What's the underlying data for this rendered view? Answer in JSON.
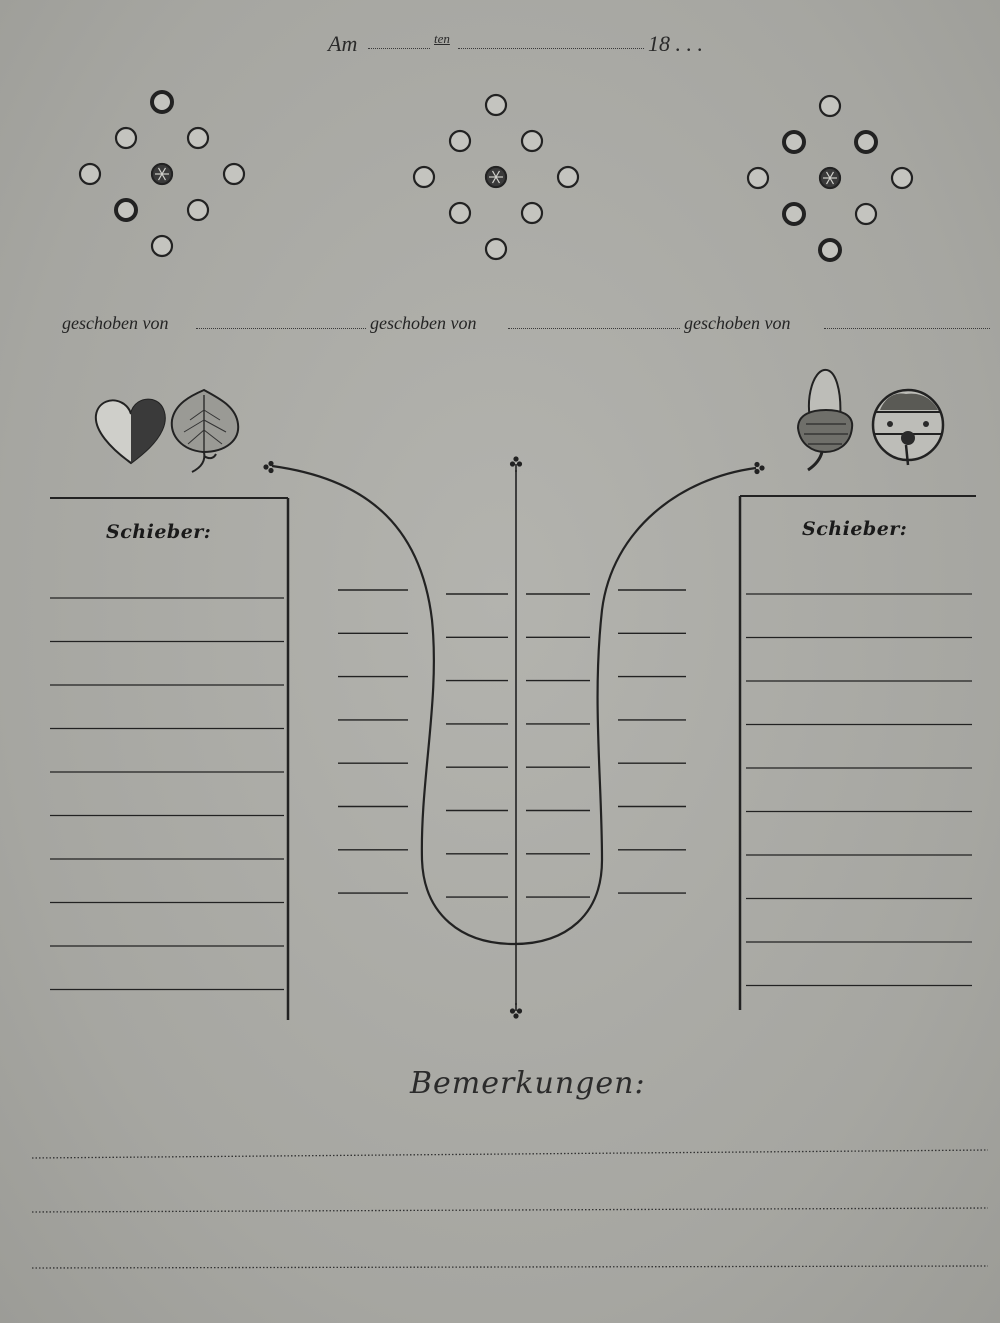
{
  "header": {
    "am_label": "Am",
    "ten_label": "ten",
    "year_label": "18 . . ."
  },
  "pin_diagrams": [
    {
      "geschoben_label": "geschoben von"
    },
    {
      "geschoben_label": "geschoben von"
    },
    {
      "geschoben_label": "geschoben von"
    }
  ],
  "left_panel": {
    "title": "Schieber:",
    "suit_icons": [
      "heart-suit-icon",
      "leaf-suit-icon"
    ]
  },
  "right_panel": {
    "title": "Schieber:",
    "suit_icons": [
      "acorn-suit-icon",
      "bell-suit-icon"
    ]
  },
  "remarks": {
    "title": "Bemerkungen:"
  },
  "colors": {
    "paper": "#a6a6a1",
    "ink": "#1e1e1e"
  }
}
